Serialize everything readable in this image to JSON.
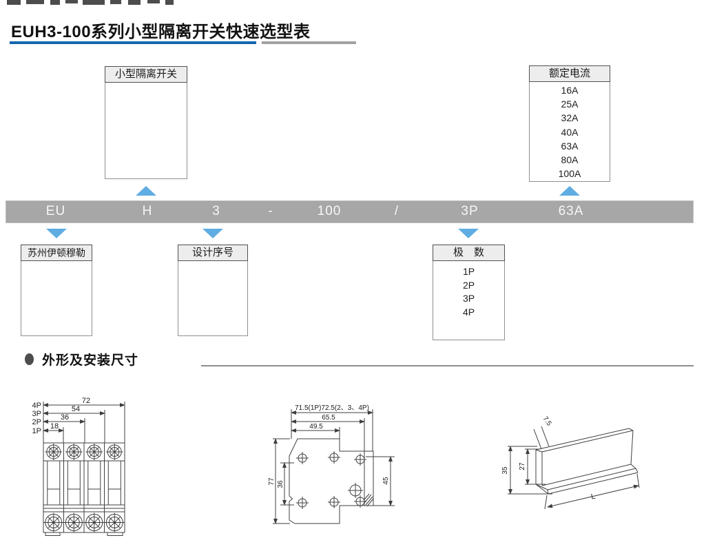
{
  "header": {
    "title": "EUH3-100系列小型隔离开关快速选型表"
  },
  "colors": {
    "title_underline_blue": "#1566b0",
    "title_underline_gray": "#a1a1a1",
    "model_bar_gray": "#a7a7a7",
    "arrow_blue": "#5fade2"
  },
  "model_bar": {
    "segments": [
      "EU",
      "H",
      "3",
      "-",
      "100",
      "/",
      "3P",
      "63A"
    ]
  },
  "callouts": {
    "switch_type": {
      "title": "小型隔离开关"
    },
    "rated_current": {
      "title": "额定电流",
      "items": [
        "16A",
        "25A",
        "32A",
        "40A",
        "63A",
        "80A",
        "100A"
      ]
    },
    "manufacturer": {
      "title": "苏州伊顿穆勒"
    },
    "design_series": {
      "title": "设计序号"
    },
    "poles": {
      "title": "极　数",
      "items": [
        "1P",
        "2P",
        "3P",
        "4P"
      ]
    }
  },
  "dimensions": {
    "heading": "外形及安装尺寸",
    "front_view": {
      "pole_labels": [
        "4P",
        "3P",
        "2P",
        "1P"
      ],
      "widths": [
        "72",
        "54",
        "36",
        "18"
      ]
    },
    "side_view": {
      "top_widths": [
        "71.5(1P)72.5(2、3、4P)",
        "65.5",
        "49.5"
      ],
      "height": "77",
      "inner_height": "36",
      "right_height": "45"
    },
    "rail_view": {
      "flange_depth": "7.5",
      "height": "35",
      "inner_height": "27",
      "length": "L"
    }
  }
}
